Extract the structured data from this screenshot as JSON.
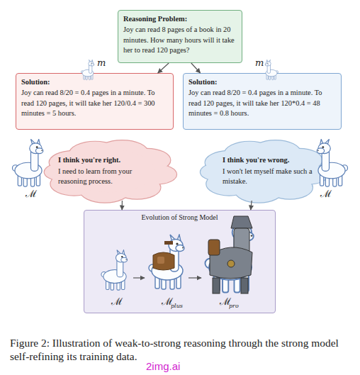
{
  "diagram": {
    "caption": "Figure 2: Illustration of weak-to-strong reasoning through the strong model self-refining its training data.",
    "nodes": [
      {
        "text": [
          "Reasoning Problem:",
          "Joy can read 8 pages of a book in 20 minutes. How many hours will it take her to read 120 pages?"
        ]
      },
      {
        "text": [
          "Solution:",
          "Joy can read 8/20 = 0.4 pages in a minute. To read 120 pages, it will take her 120/0.4 = 300 minutes = 5 hours."
        ]
      },
      {
        "text": [
          "Solution:",
          "Joy can read 8/20 = 0.4 pages in a minute. To read 120 pages, it will take her 120*0.4 = 48 minutes = 0.8 hours."
        ]
      },
      {
        "text": [
          "I think you're right.",
          "I need to learn from your reasoning process."
        ]
      },
      {
        "text": [
          "I think you're wrong.",
          "I won't let myself make such a mistake."
        ]
      },
      {
        "text": [
          "Evolution of Strong Model"
        ]
      }
    ],
    "edges": [
      {
        "from": 0,
        "to": 1,
        "arrow": "to"
      },
      {
        "from": 0,
        "to": 2,
        "arrow": "to"
      },
      {
        "from": 3,
        "to": 5,
        "arrow": "to"
      },
      {
        "from": 4,
        "to": 5,
        "arrow": "to"
      }
    ],
    "labels": [
      "m",
      "m",
      "ℳ",
      "ℳ",
      "ℳ",
      "ℳ",
      "plus",
      "ℳ",
      "pro",
      "2img.ai"
    ]
  }
}
